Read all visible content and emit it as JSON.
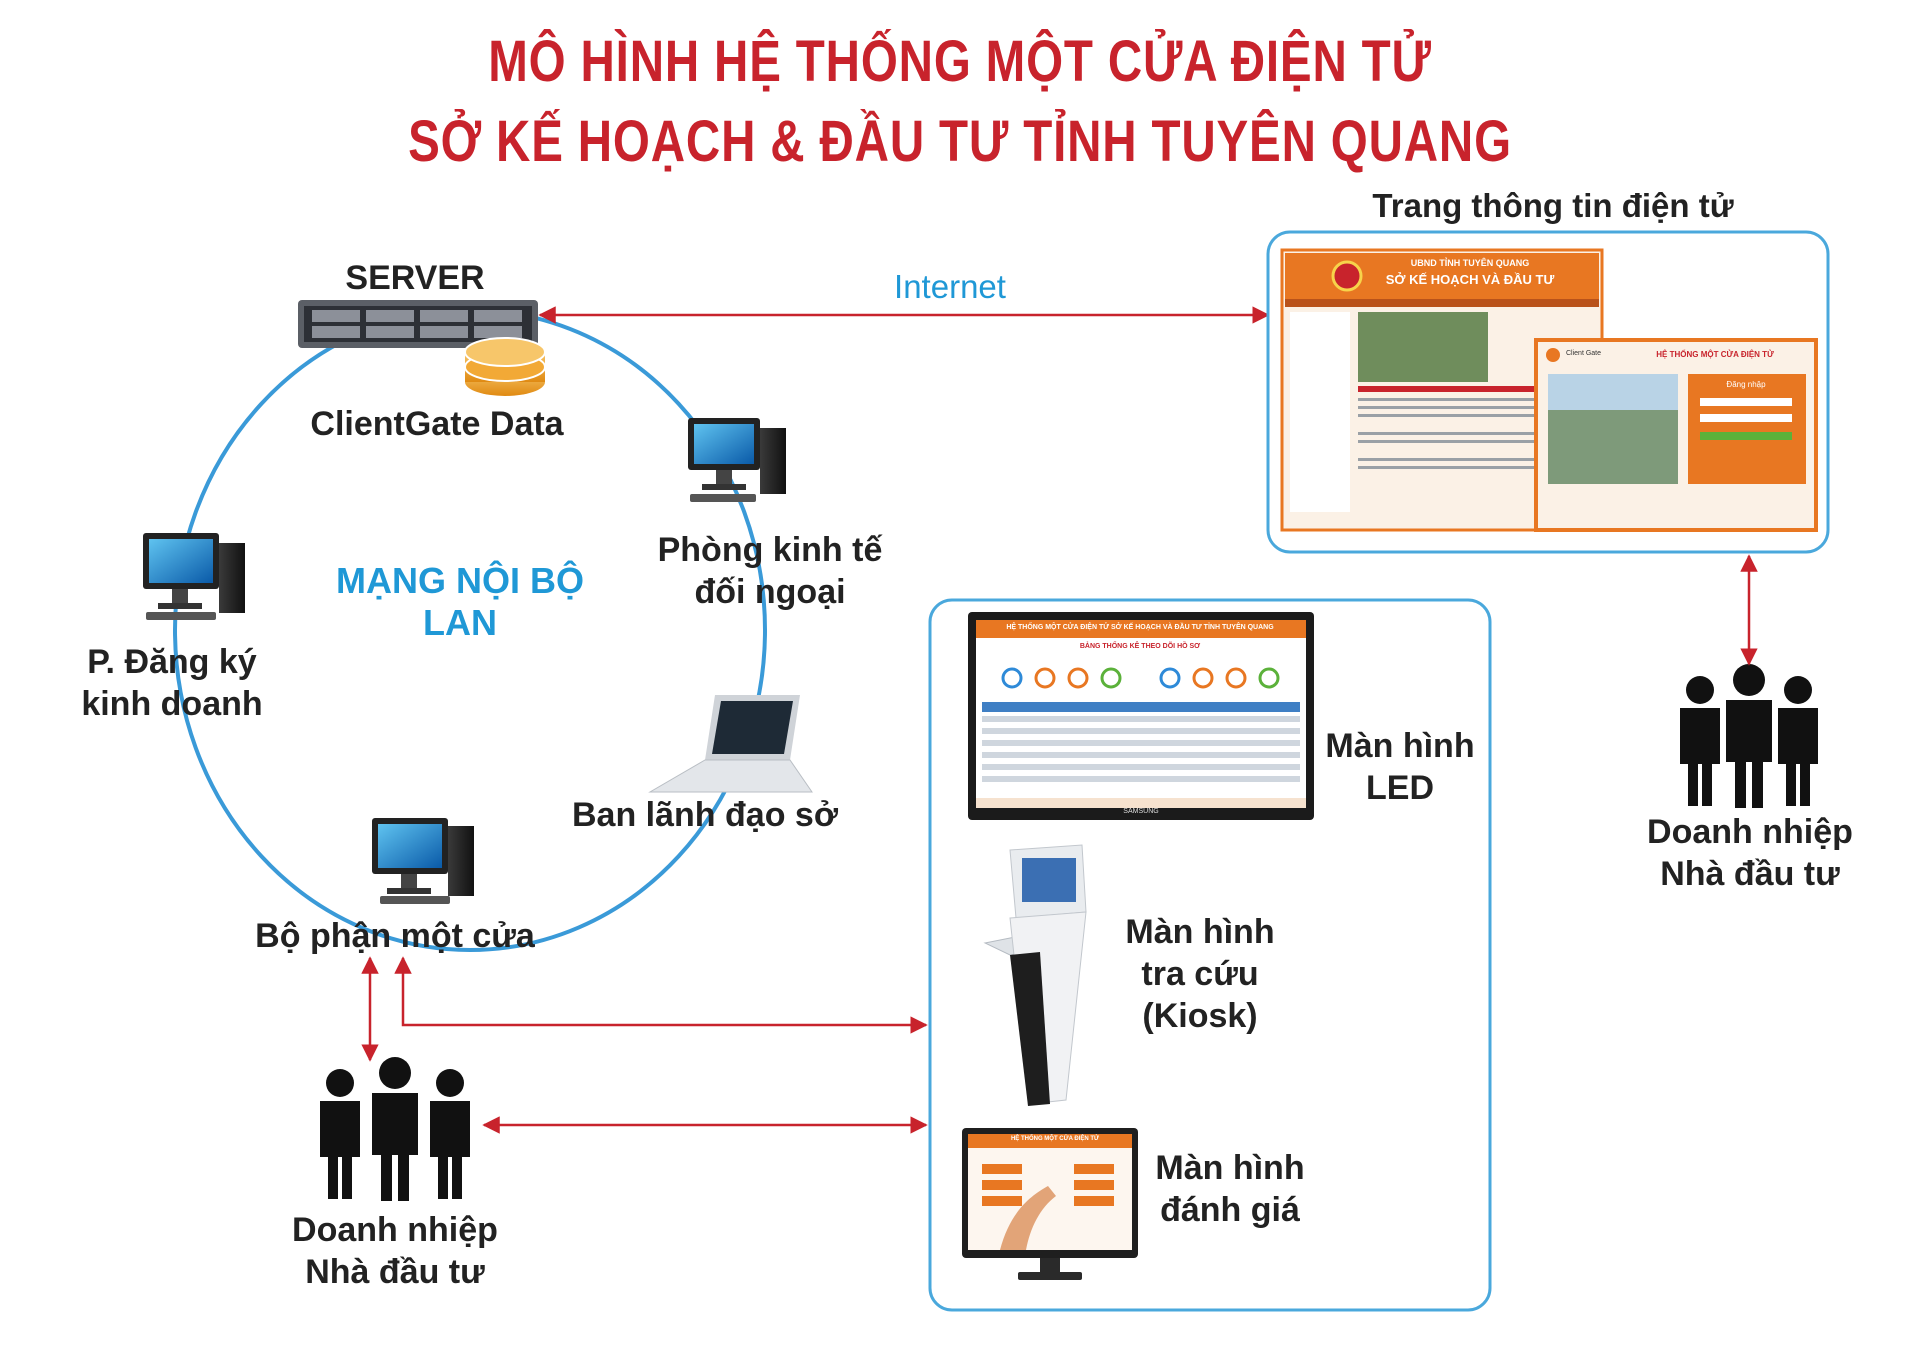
{
  "title": {
    "line1": "MÔ HÌNH HỆ THỐNG MỘT CỬA ĐIỆN TỬ",
    "line2": "SỞ KẾ HOẠCH & ĐẦU TƯ TỈNH TUYÊN QUANG"
  },
  "network": {
    "server_label": "SERVER",
    "data_label": "ClientGate Data",
    "internet_label": "Internet",
    "lan_label_1": "MẠNG NỘI BỘ",
    "lan_label_2": "LAN",
    "node_economic_1": "Phòng kinh tế",
    "node_economic_2": "đối ngoại",
    "node_registration_1": "P. Đăng ký",
    "node_registration_2": "kinh doanh",
    "node_leadership": "Ban lãnh đạo sở",
    "node_onestop": "Bộ phận một cửa"
  },
  "portal": {
    "heading": "Trang thông tin điện tử",
    "site_org": "UBND TỈNH TUYÊN QUANG",
    "site_name": "SỞ KẾ HOẠCH VÀ ĐẦU TƯ",
    "login_brand": "Client Gate",
    "login_title": "HỆ THỐNG MỘT CỬA ĐIỆN TỬ",
    "login_heading": "Đăng nhập"
  },
  "devices": {
    "led_1": "Màn hình",
    "led_2": "LED",
    "led_screen_title": "HỆ THỐNG MỘT CỬA ĐIỆN TỬ SỞ KẾ HOẠCH VÀ ĐẦU TƯ TỈNH TUYÊN QUANG",
    "led_screen_subtitle": "BẢNG THỐNG KÊ THEO DÕI HỒ SƠ",
    "led_brand": "SAMSUNG",
    "kiosk_1": "Màn hình",
    "kiosk_2": "tra cứu",
    "kiosk_3": "(Kiosk)",
    "eval_1": "Màn hình",
    "eval_2": "đánh giá",
    "eval_screen_title": "HỆ THỐNG MỘT CỬA ĐIỆN TỬ"
  },
  "people": {
    "right_1": "Doanh nhiệp",
    "right_2": "Nhà đầu tư",
    "left_1": "Doanh nhiệp",
    "left_2": "Nhà đầu tư"
  },
  "colors": {
    "title_red": "#c8232c",
    "lan_blue": "#1f98d6",
    "arrow_red": "#c8232c",
    "panel_border": "#4aa8dc",
    "portal_orange": "#e87722"
  }
}
